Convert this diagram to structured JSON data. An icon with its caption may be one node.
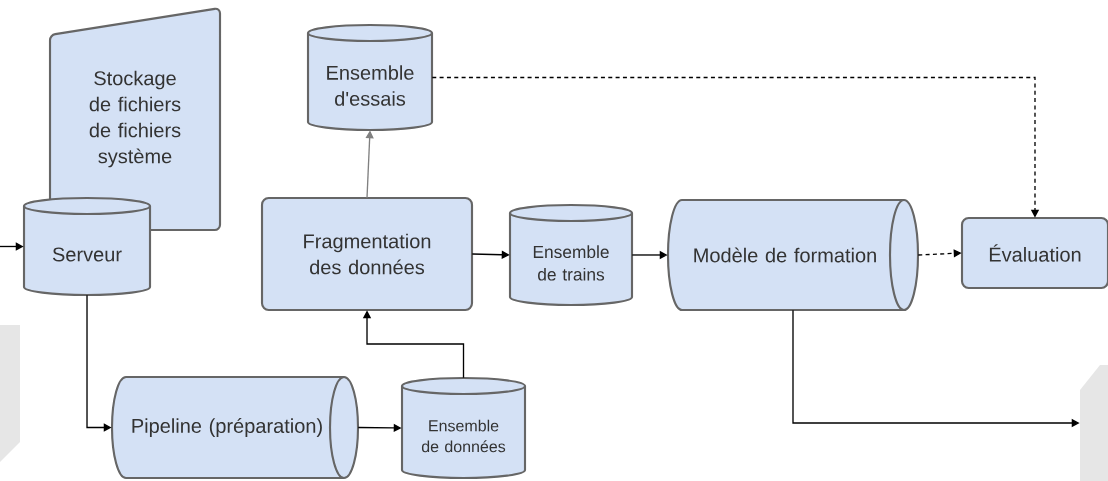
{
  "diagram": {
    "nodes": [
      {
        "text": [
          "Stockage de fichiers de fichiers système"
        ]
      },
      {
        "text": [
          "Serveur"
        ]
      },
      {
        "text": [],
        "shape": "box"
      },
      {
        "text": [
          "Pipeline (préparation)"
        ]
      },
      {
        "text": [
          "Ensemble de données"
        ]
      },
      {
        "text": [
          "Fragmentation des données"
        ]
      },
      {
        "text": [
          "Ensemble d'essais"
        ]
      },
      {
        "text": [
          "Ensemble de trains"
        ]
      },
      {
        "text": [
          "Modèle de formation"
        ]
      },
      {
        "text": [
          "Évaluation"
        ]
      },
      {
        "text": [],
        "shape": "box"
      }
    ],
    "edges": [
      {
        "from": null,
        "to": 1,
        "arrow": "to"
      },
      {
        "from": 1,
        "to": 3,
        "arrow": "to"
      },
      {
        "from": 3,
        "to": 4,
        "arrow": "to"
      },
      {
        "from": 4,
        "to": 5,
        "arrow": "to"
      },
      {
        "from": 5,
        "to": 6,
        "arrow": "to",
        "color": "#808080"
      },
      {
        "from": 5,
        "to": 7,
        "arrow": "to"
      },
      {
        "from": 7,
        "to": 8,
        "arrow": "to"
      },
      {
        "from": 8,
        "to": 9,
        "arrow": "to",
        "style": "dashed"
      },
      {
        "from": 6,
        "to": 9,
        "arrow": "to",
        "style": "dashed"
      },
      {
        "from": 8,
        "to": 10,
        "arrow": "to"
      }
    ]
  }
}
